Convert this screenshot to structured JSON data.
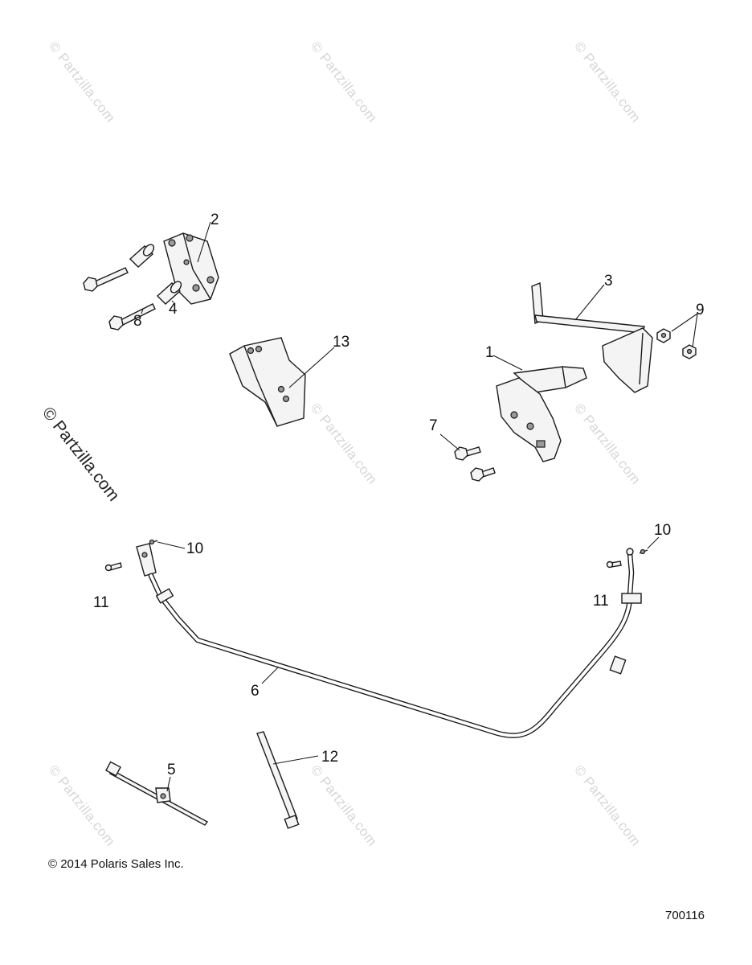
{
  "diagram": {
    "watermark_text": "© Partzilla.com",
    "callouts": {
      "c1": "1",
      "c2": "2",
      "c3": "3",
      "c4": "4",
      "c5": "5",
      "c6": "6",
      "c7": "7",
      "c8": "8",
      "c9": "9",
      "c10a": "10",
      "c10b": "10",
      "c11a": "11",
      "c11b": "11",
      "c12": "12",
      "c13": "13"
    },
    "copyright": "© 2014 Polaris Sales Inc.",
    "diagram_number": "700116"
  }
}
